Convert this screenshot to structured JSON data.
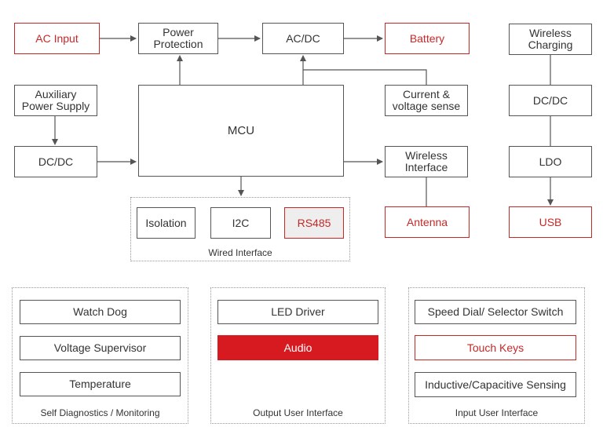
{
  "blocks": {
    "ac_input": "AC Input",
    "power_protection": "Power\nProtection",
    "ac_dc_top": "AC/DC",
    "battery": "Battery",
    "wireless_charging": "Wireless\nCharging",
    "aux_power": "Auxiliary\nPower Supply",
    "current_voltage": "Current &\nvoltage sense",
    "dc_dc_right": "DC/DC",
    "mcu": "MCU",
    "dc_dc_left": "DC/DC",
    "wireless_interface": "Wireless\nInterface",
    "ldo": "LDO",
    "isolation": "Isolation",
    "i2c": "I2C",
    "rs485": "RS485",
    "antenna": "Antenna",
    "usb": "USB"
  },
  "wired_interface": {
    "label": "Wired Interface"
  },
  "self_diagnostics": {
    "label": "Self Diagnostics / Monitoring",
    "items": [
      "Watch Dog",
      "Voltage Supervisor",
      "Temperature"
    ]
  },
  "output_ui": {
    "label": "Output User Interface",
    "items": [
      "LED Driver",
      "Audio"
    ]
  },
  "input_ui": {
    "label": "Input User Interface",
    "items": [
      "Speed Dial/ Selector Switch",
      "Touch Keys",
      "Inductive/Capacitive Sensing"
    ]
  },
  "colors": {
    "accent": "#c62828",
    "fill": "#d71920",
    "line": "#555555"
  }
}
